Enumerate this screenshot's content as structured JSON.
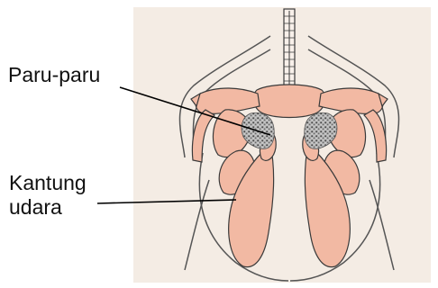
{
  "labels": {
    "lungs": "Paru-paru",
    "air_sacs_line1": "Kantung",
    "air_sacs_line2": "udara"
  },
  "colors": {
    "background_panel": "#f4ece4",
    "organ_fill": "#f2b9a3",
    "organ_stroke": "#3a3a3a",
    "lung_texture": "#8f8f8f",
    "body_outline": "#555555",
    "leader_line": "#000000"
  }
}
